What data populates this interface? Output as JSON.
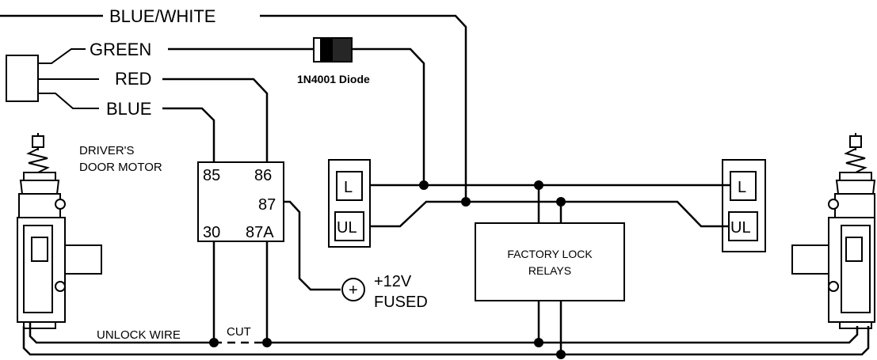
{
  "labels": {
    "blue_white": "BLUE/WHITE",
    "green": "GREEN",
    "red": "RED",
    "blue": "BLUE",
    "diode": "1N4001 Diode",
    "driver_line1": "DRIVER'S",
    "driver_line2": "DOOR MOTOR",
    "pin85": "85",
    "pin86": "86",
    "pin87": "87",
    "pin30": "30",
    "pin87a": "87A",
    "left_lock": "L",
    "left_unlock": "UL",
    "right_lock": "L",
    "right_unlock": "UL",
    "factory_line1": "FACTORY LOCK",
    "factory_line2": "RELAYS",
    "power_line1": "+12V",
    "power_line2": "FUSED",
    "power_symbol": "+",
    "unlock_wire": "UNLOCK WIRE",
    "cut": "CUT"
  },
  "icons": {
    "connector": "connector-icon",
    "diode": "diode-icon",
    "left_motor": "door-lock-motor-icon",
    "right_motor": "door-lock-motor-icon",
    "power": "power-terminal-icon"
  }
}
